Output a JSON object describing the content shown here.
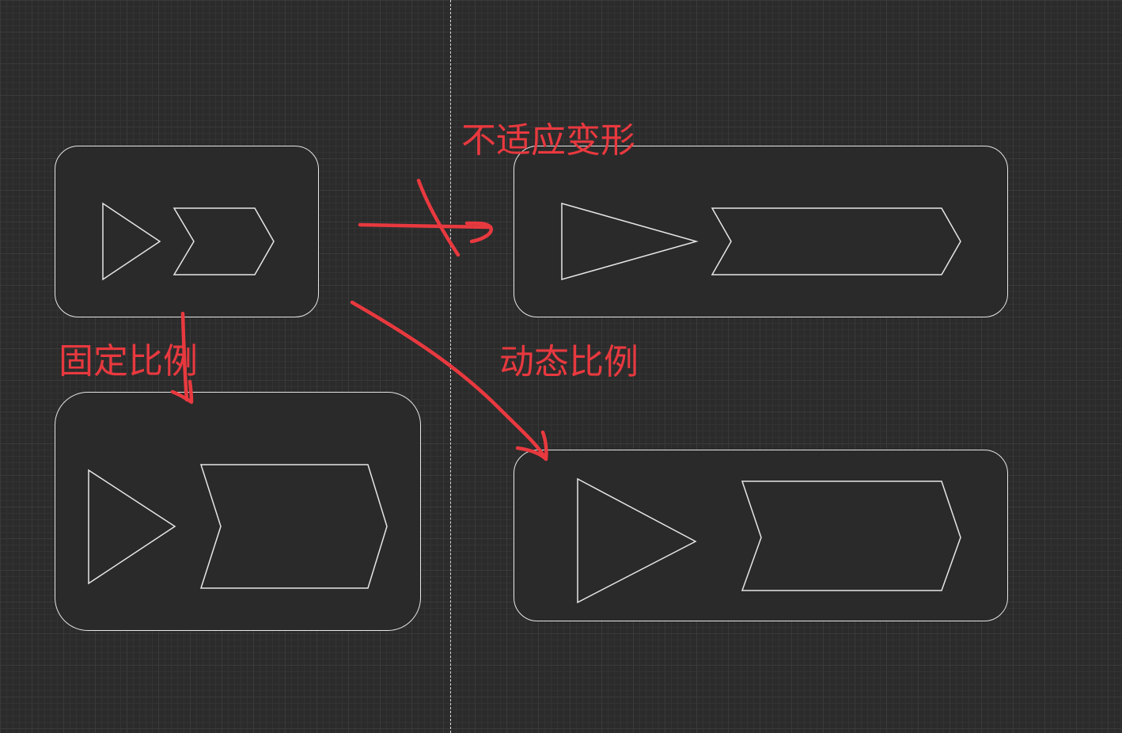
{
  "annotations": {
    "fixed_ratio": "固定比例",
    "no_adapt": "不适应变形",
    "dynamic_ratio": "动态比例"
  },
  "colors": {
    "background": "#2b2b2b",
    "frame_fill": "#2a2a2a",
    "stroke": "#e6e6e6",
    "annotation": "#e8393f",
    "guide": "#d8d8d8"
  },
  "icons": [
    "triangle-icon",
    "chevron-arrow-icon"
  ]
}
